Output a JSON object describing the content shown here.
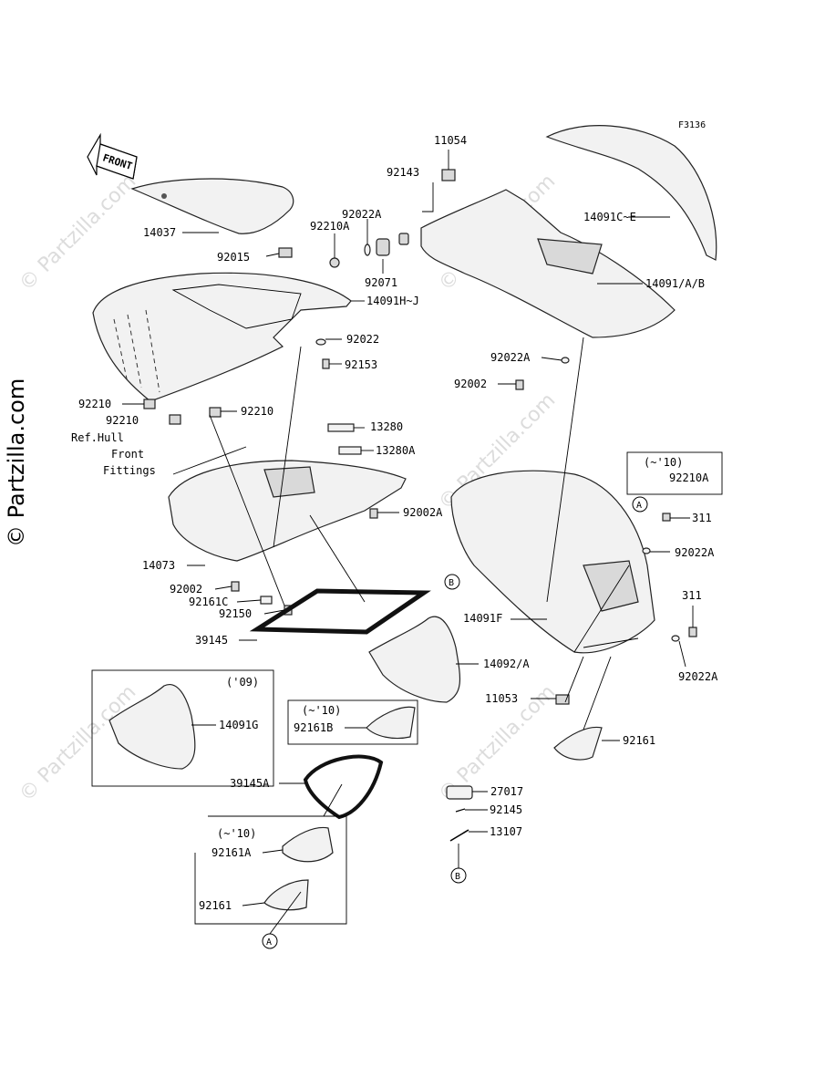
{
  "diagram_id": "F3136",
  "front_arrow": "FRONT",
  "watermark": "© Partzilla.com",
  "side_watermark": "© Partzilla.com",
  "ref_note": [
    "Ref.Hull",
    "Front",
    "Fittings"
  ],
  "callout_letters": [
    "A",
    "B"
  ],
  "part_labels": {
    "p11054": "11054",
    "p92143": "92143",
    "p92022A_top": "92022A",
    "p92210A_top": "92210A",
    "p14091C": "14091C~E",
    "p14037": "14037",
    "p92015": "92015",
    "p92071": "92071",
    "p14091AB": "14091/A/B",
    "p14091HJ": "14091H~J",
    "p92022": "92022",
    "p92153": "92153",
    "p92022A_mid": "92022A",
    "p92002_mid": "92002",
    "p92210_a": "92210",
    "p92210_b": "92210",
    "p92210_c": "92210",
    "p13280": "13280",
    "p13280A": "13280A",
    "p92210A_box": "92210A",
    "p92002A": "92002A",
    "p311_a": "311",
    "p92022A_r1": "92022A",
    "p14073": "14073",
    "p92002_low": "92002",
    "p92161C": "92161C",
    "p92150": "92150",
    "p39145": "39145",
    "p14091F": "14091F",
    "p311_b": "311",
    "p14092A": "14092/A",
    "p92022A_r2": "92022A",
    "p14091G": "14091G",
    "p11053": "11053",
    "p92161B": "92161B",
    "p92161_r": "92161",
    "p39145A": "39145A",
    "p27017": "27017",
    "p92145": "92145",
    "p13107": "13107",
    "p92161A": "92161A",
    "p92161_box": "92161"
  },
  "notes": {
    "box_92210A": "(~'10)",
    "box_14091G": "('09)",
    "box_92161B": "(~'10)",
    "box_92161A": "(~'10)"
  }
}
